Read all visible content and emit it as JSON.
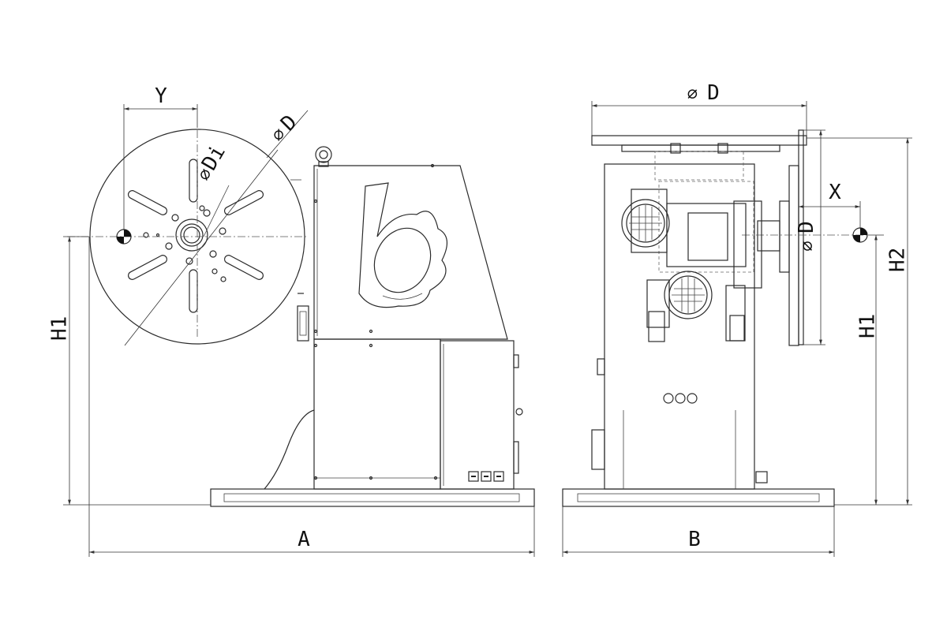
{
  "labels": {
    "y": "Y",
    "d_left": "D",
    "di": "Di",
    "h1_left": "H1",
    "a": "A",
    "d_top": "D",
    "x": "X",
    "d_right": "D",
    "h2": "H2",
    "h1_right": "H1",
    "b": "B"
  },
  "symbols": {
    "diameter": "⌀"
  },
  "icons": {
    "center_mark": "center-of-gravity-icon",
    "lifting_eye": "lifting-eye-icon",
    "motor_fan": "motor-fan-icon",
    "logo": "b-logo-icon"
  },
  "colors": {
    "line": "#2b2b2b",
    "background": "#ffffff"
  }
}
